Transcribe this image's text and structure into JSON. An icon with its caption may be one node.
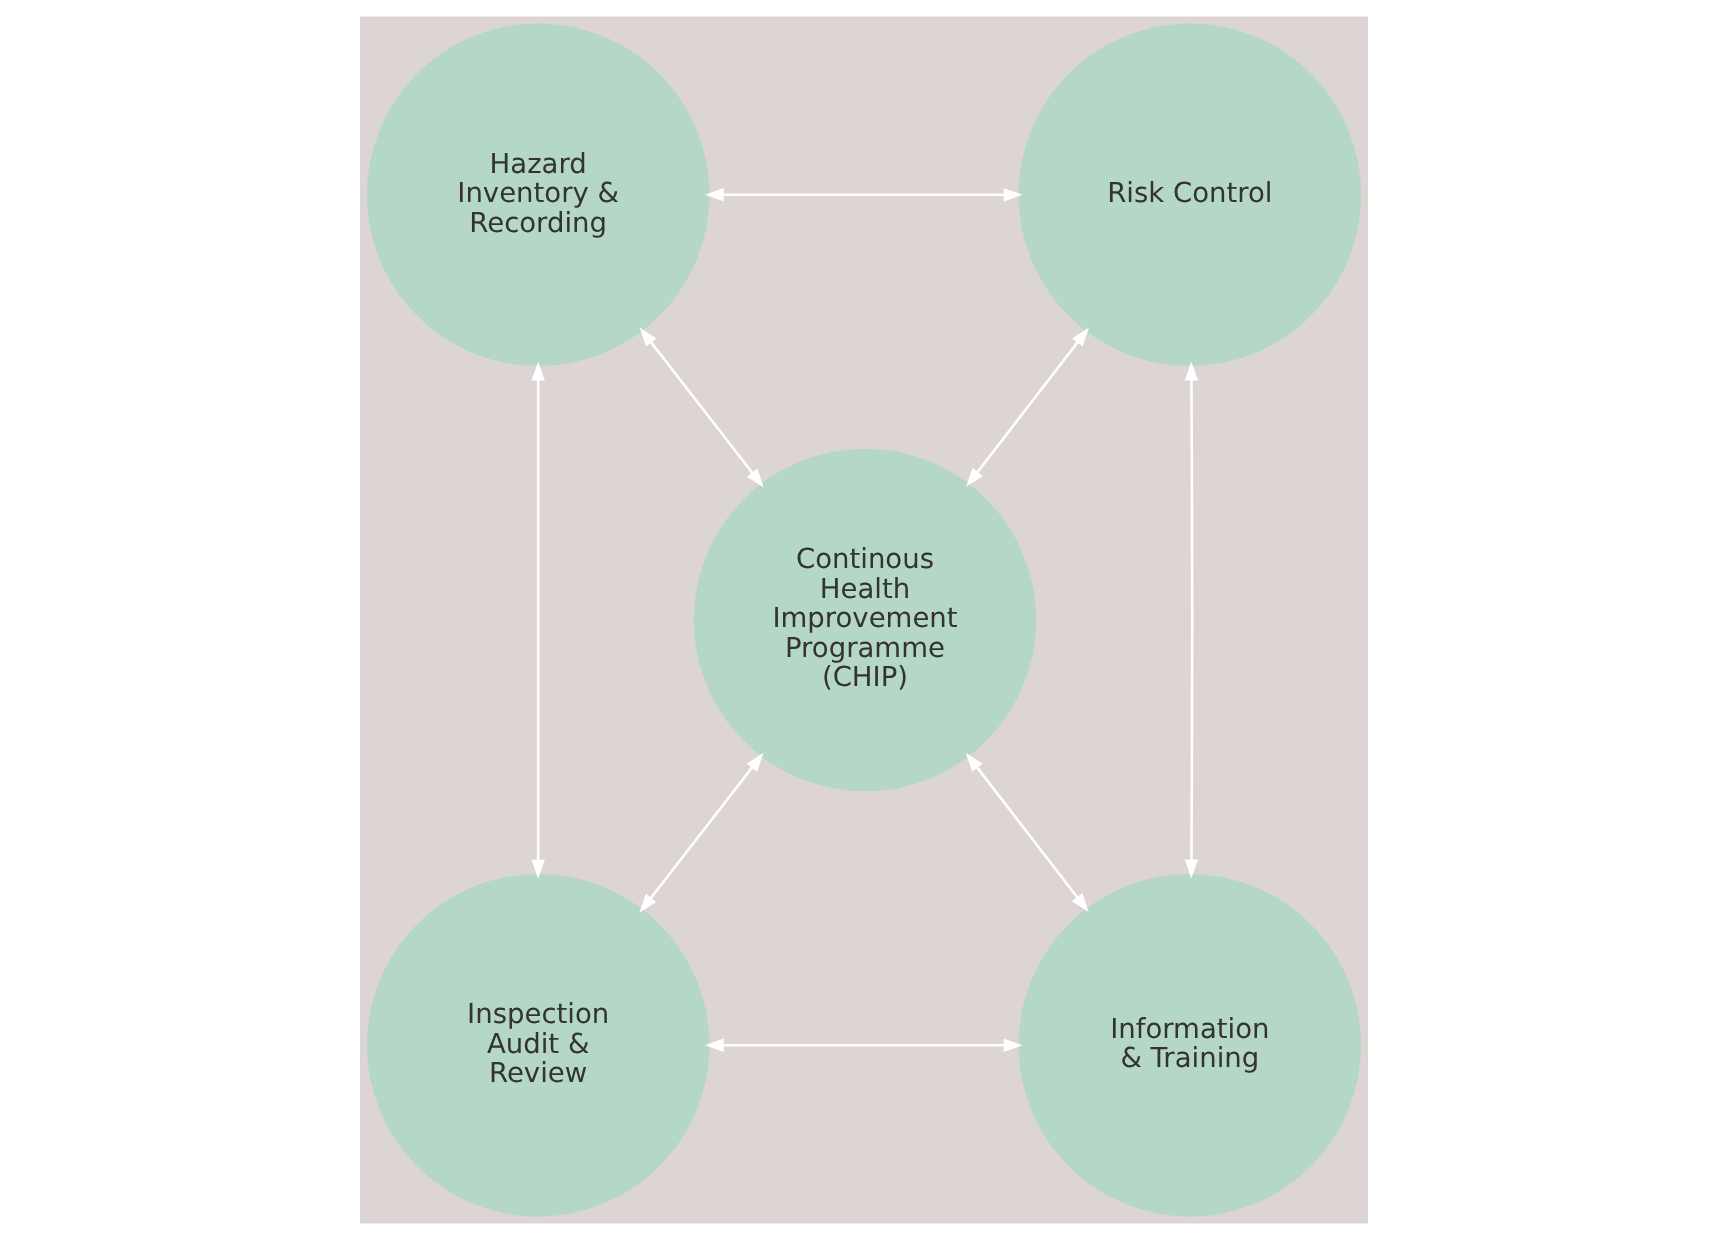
{
  "diagram": {
    "nodes": [
      {
        "text": [
          "Hazard Inventory & Recording"
        ]
      },
      {
        "text": [
          "Risk Control"
        ]
      },
      {
        "text": [
          "Continous Health Improvement Programme (CHIP)"
        ]
      },
      {
        "text": [
          "Inspection Audit & Review"
        ]
      },
      {
        "text": [
          "Information & Training"
        ]
      }
    ],
    "edges": [
      {
        "from": 0,
        "to": 1,
        "arrow": "both"
      },
      {
        "from": 0,
        "to": 2,
        "arrow": "both"
      },
      {
        "from": 1,
        "to": 2,
        "arrow": "both"
      },
      {
        "from": 0,
        "to": 3,
        "arrow": "both"
      },
      {
        "from": 1,
        "to": 4,
        "arrow": "both"
      },
      {
        "from": 2,
        "to": 3,
        "arrow": "both"
      },
      {
        "from": 2,
        "to": 4,
        "arrow": "both"
      },
      {
        "from": 3,
        "to": 4,
        "arrow": "both"
      }
    ]
  }
}
